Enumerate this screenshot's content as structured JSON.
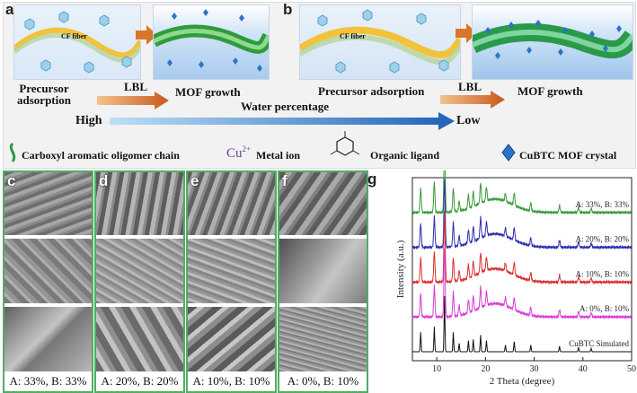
{
  "panels": {
    "a": "a",
    "b": "b",
    "c": "c",
    "d": "d",
    "e": "e",
    "f": "f",
    "g": "g"
  },
  "scheme": {
    "cf_fiber": "CF fiber",
    "precursor_adsorption_a": "Precursor adsorption",
    "precursor_adsorption_b": "Precursor adsorption",
    "lbl_a": "LBL",
    "lbl_b": "LBL",
    "mof_growth_a": "MOF growth",
    "mof_growth_b": "MOF growth",
    "high": "High",
    "low": "Low",
    "water_percentage": "Water percentage",
    "cu_symbol": "Cu",
    "cu_charge": "2+"
  },
  "legend": {
    "chain": "Carboxyl aromatic oligomer chain",
    "metal_prefix": "Cu",
    "metal_charge": "2+",
    "metal_label": "Metal ion",
    "ligand": "Organic ligand",
    "crystal": "CuBTC MOF crystal"
  },
  "sem": [
    {
      "letter": "c",
      "caption": "A: 33%, B: 33%"
    },
    {
      "letter": "d",
      "caption": "A: 20%, B: 20%"
    },
    {
      "letter": "e",
      "caption": "A: 10%, B: 10%"
    },
    {
      "letter": "f",
      "caption": "A: 0%, B: 10%"
    }
  ],
  "chart_data": {
    "type": "line",
    "xlabel": "2 Theta (degree)",
    "ylabel": "Intensity (a.u.)",
    "xlim": [
      5,
      50
    ],
    "xticks": [
      10,
      20,
      30,
      40,
      50
    ],
    "series": [
      {
        "name": "A: 33%, B: 33%",
        "color": "#3a9a3a",
        "offset": 4
      },
      {
        "name": "A: 20%, B: 20%",
        "color": "#2f2fb0",
        "offset": 3
      },
      {
        "name": "A: 10%, B: 10%",
        "color": "#d93030",
        "offset": 2
      },
      {
        "name": "A: 0%, B: 10%",
        "color": "#d63cd6",
        "offset": 1
      },
      {
        "name": "CuBTC Simulated",
        "color": "#111111",
        "offset": 0
      }
    ],
    "peaks": [
      [
        6.7,
        0.35
      ],
      [
        9.5,
        0.45
      ],
      [
        11.6,
        1.0
      ],
      [
        13.4,
        0.35
      ],
      [
        14.6,
        0.15
      ],
      [
        16.5,
        0.2
      ],
      [
        17.5,
        0.22
      ],
      [
        19.0,
        0.3
      ],
      [
        20.2,
        0.2
      ],
      [
        24.1,
        0.12
      ],
      [
        25.9,
        0.18
      ],
      [
        29.3,
        0.12
      ],
      [
        35.2,
        0.1
      ],
      [
        39.1,
        0.08
      ],
      [
        41.7,
        0.06
      ]
    ],
    "amorphous_hump": {
      "center": 22,
      "width": 5,
      "height": 0.55
    }
  }
}
